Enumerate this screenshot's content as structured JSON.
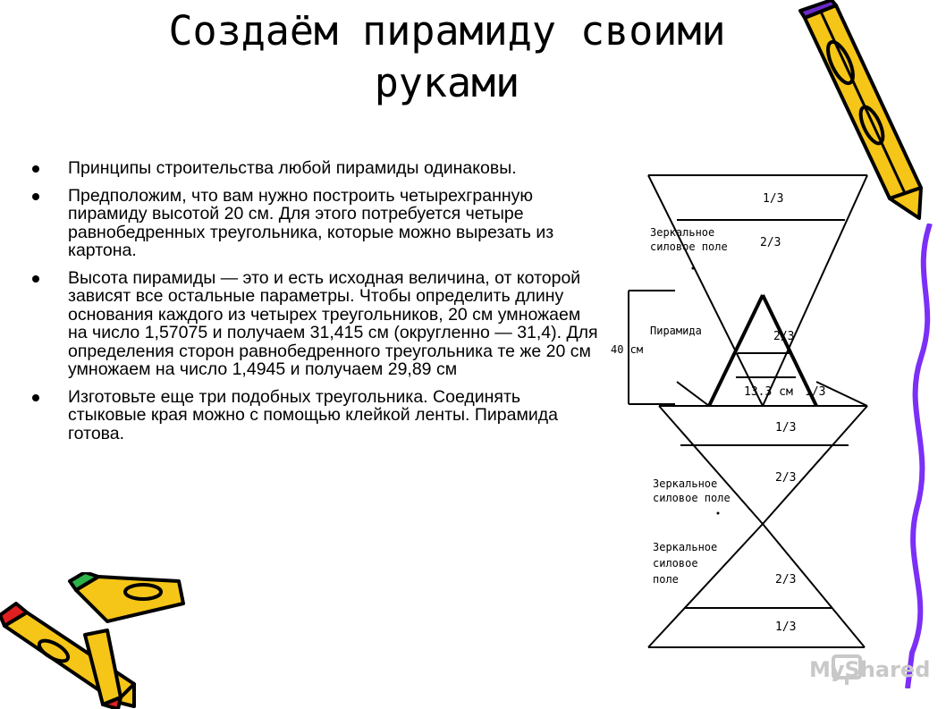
{
  "slide": {
    "title": "Создаём пирамиду своими руками",
    "bullets": [
      "Принципы строительства любой пирамиды одинаковы.",
      "Предположим, что вам нужно построить четырехгранную пирамиду высотой 20 см. Для этого потребуется четыре равнобедренных треугольника, которые можно вырезать из картона.",
      "Высота пирамиды — это и есть исходная величина, от которой зависят все остальные параметры. Чтобы определить длину основания каждого из четырех треугольников, 20 см умножаем на число 1,57075 и получаем 31,415 см (округленно — 31,4). Для определения сторон равнобедренного треугольника те же 20 см умножаем на число 1,4945 и получаем 29,89 см",
      "Изготовьте еще три подобных треугольника. Соединять стыковые края можно с помощью клейкой ленты. Пирамида готова."
    ]
  },
  "diagram": {
    "labels": {
      "top_one_third": "1/3",
      "top_two_third": "2/3",
      "mirror_field_1_line1": "Зеркальное",
      "mirror_field_1_line2": "силовое поле",
      "pyramid": "Пирамида",
      "height": "40 см",
      "pyr_two_third": "2/3",
      "base_width": "13.3 см",
      "base_one_third": "1/3",
      "mid_one_third": "1/3",
      "mirror_field_2_line1": "Зеркальное",
      "mirror_field_2_line2": "силовое поле",
      "mid_two_third": "2/3",
      "mirror_field_3_line1": "Зеркальное",
      "mirror_field_3_line2": "силовое",
      "mirror_field_3_line3": "поле",
      "bottom_two_third": "2/3",
      "bottom_one_third": "1/3"
    }
  },
  "watermark": {
    "text": "MyShared"
  },
  "colors": {
    "pencil_yellow": "#f5c518",
    "pencil_purple": "#6a2bc9",
    "squiggle": "#7b2ff7",
    "green_tip": "#2db34a",
    "red_tip": "#e02020"
  }
}
